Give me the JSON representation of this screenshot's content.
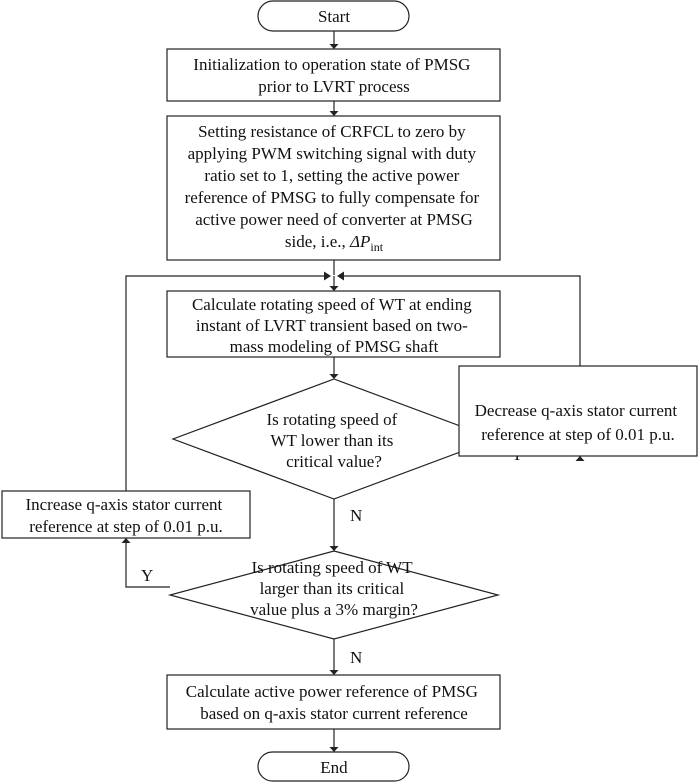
{
  "nodes": {
    "start": {
      "lines": [
        "Start"
      ]
    },
    "init": {
      "lines": [
        "Initialization to operation state of PMSG",
        "prior to LVRT process"
      ]
    },
    "setting": {
      "lines": [
        "Setting resistance of CRFCL to zero by",
        "applying PWM switching signal with duty",
        "ratio set to 1, setting the active power",
        "reference of PMSG to fully compensate for",
        "active power need of converter at PMSG"
      ],
      "last_line_prefix": "side, i.e., ",
      "last_line_symbol": "ΔP",
      "last_line_subscript": "int"
    },
    "calc_speed": {
      "lines": [
        "Calculate rotating speed of WT at ending",
        "instant of LVRT transient based on two-",
        "mass modeling of PMSG shaft"
      ]
    },
    "decision_lower": {
      "lines": [
        "Is rotating speed of",
        "WT lower than its",
        "critical value?"
      ]
    },
    "decrease": {
      "lines": [
        "Decrease q-axis stator current",
        "reference at step of 0.01 p.u."
      ]
    },
    "increase": {
      "lines": [
        "Increase q-axis stator current",
        "reference at step of 0.01 p.u."
      ]
    },
    "decision_larger": {
      "lines": [
        "Is rotating speed of WT",
        "larger than its critical",
        "value plus a 3% margin?"
      ]
    },
    "calc_power": {
      "lines": [
        "Calculate active power reference of PMSG",
        "based on q-axis stator current reference"
      ]
    },
    "end": {
      "lines": [
        "End"
      ]
    }
  },
  "edge_labels": {
    "lower_yes": "Y",
    "lower_no": "N",
    "larger_yes": "Y",
    "larger_no": "N"
  }
}
